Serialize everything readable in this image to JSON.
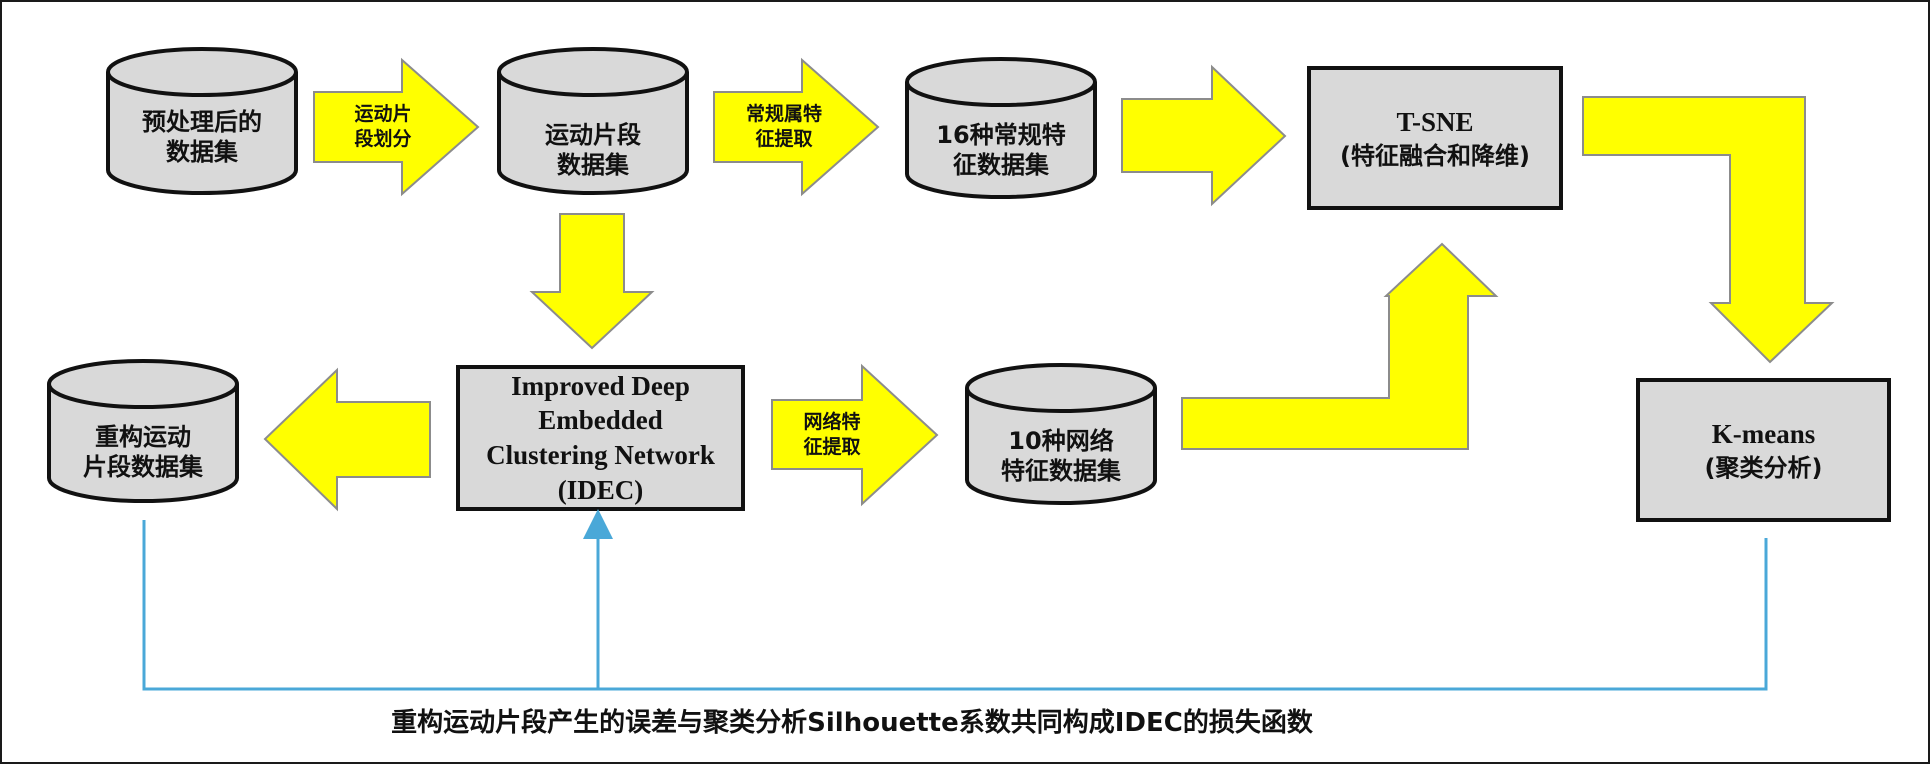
{
  "nodes": {
    "preprocessed_dataset": {
      "lines": [
        "预处理后的",
        "数据集"
      ]
    },
    "segment_dataset": {
      "lines": [
        "运动片段",
        "数据集"
      ]
    },
    "conventional_features": {
      "lines": [
        "16种常规特",
        "征数据集"
      ]
    },
    "tsne": {
      "lines": [
        "T-SNE",
        "(特征融合和降维)"
      ]
    },
    "kmeans": {
      "lines": [
        "K-means",
        "(聚类分析)"
      ]
    },
    "idec": {
      "lines": [
        "Improved Deep",
        "Embedded",
        "Clustering Network",
        "(IDEC)"
      ]
    },
    "network_features": {
      "lines": [
        "10种网络",
        "特征数据集"
      ]
    },
    "reconstructed_segments": {
      "lines": [
        "重构运动",
        "片段数据集"
      ]
    }
  },
  "arrows": {
    "segmentation": {
      "lines": [
        "运动片",
        "段划分"
      ]
    },
    "conventional_extraction": {
      "lines": [
        "常规属特",
        "征提取"
      ]
    },
    "network_extraction": {
      "lines": [
        "网络特",
        "征提取"
      ]
    }
  },
  "caption": "重构运动片段产生的误差与聚类分析Silhouette系数共同构成IDEC的损失函数",
  "colors": {
    "arrow_fill": "#ffff00",
    "arrow_stroke": "#8c8c8c",
    "node_fill": "#d9d9d9",
    "node_stroke": "#111111",
    "feedback_line": "#4aa8d8"
  }
}
